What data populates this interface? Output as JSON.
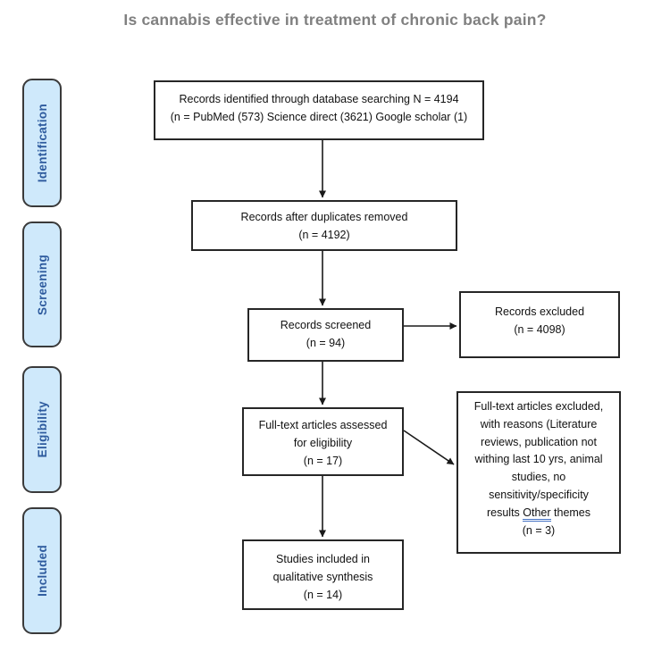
{
  "title": "Is cannabis effective in treatment of chronic back pain?",
  "stages": [
    {
      "label": "Identification"
    },
    {
      "label": "Screening"
    },
    {
      "label": "Eligibility"
    },
    {
      "label": "Included"
    }
  ],
  "boxes": {
    "records_identified": {
      "lines": [
        "Records identified through database searching N = 4194",
        "(n = PubMed (573) Science direct (3621) Google scholar (1)"
      ]
    },
    "duplicates_removed": {
      "lines": [
        "Records after duplicates removed",
        "(n = 4192)"
      ]
    },
    "records_screened": {
      "lines": [
        "Records screened",
        "(n = 94)"
      ]
    },
    "records_excluded": {
      "lines": [
        "Records excluded",
        "(n = 4098)"
      ]
    },
    "fulltext_assessed": {
      "lines": [
        "Full-text articles assessed",
        "for eligibility",
        "(n = 17)"
      ]
    },
    "fulltext_excluded": {
      "lines": [
        "Full-text articles excluded,",
        "with reasons (Literature",
        "reviews, publication not",
        "withing last 10 yrs, animal",
        "studies, no",
        "sensitivity/specificity"
      ],
      "other_line": {
        "pre": "results ",
        "underlined": "Other",
        "post": " themes"
      },
      "count_line": "(n = 3)"
    },
    "studies_included": {
      "lines": [
        "Studies included in",
        "qualitative synthesis",
        "(n = 14)"
      ]
    }
  },
  "colors": {
    "stage_fill": "#cfe9fb",
    "stage_text": "#2e5b9e",
    "box_border": "#262626",
    "title_text": "#808080",
    "grammar_underline": "#4472c4",
    "arrow": "#1a1a1a"
  }
}
